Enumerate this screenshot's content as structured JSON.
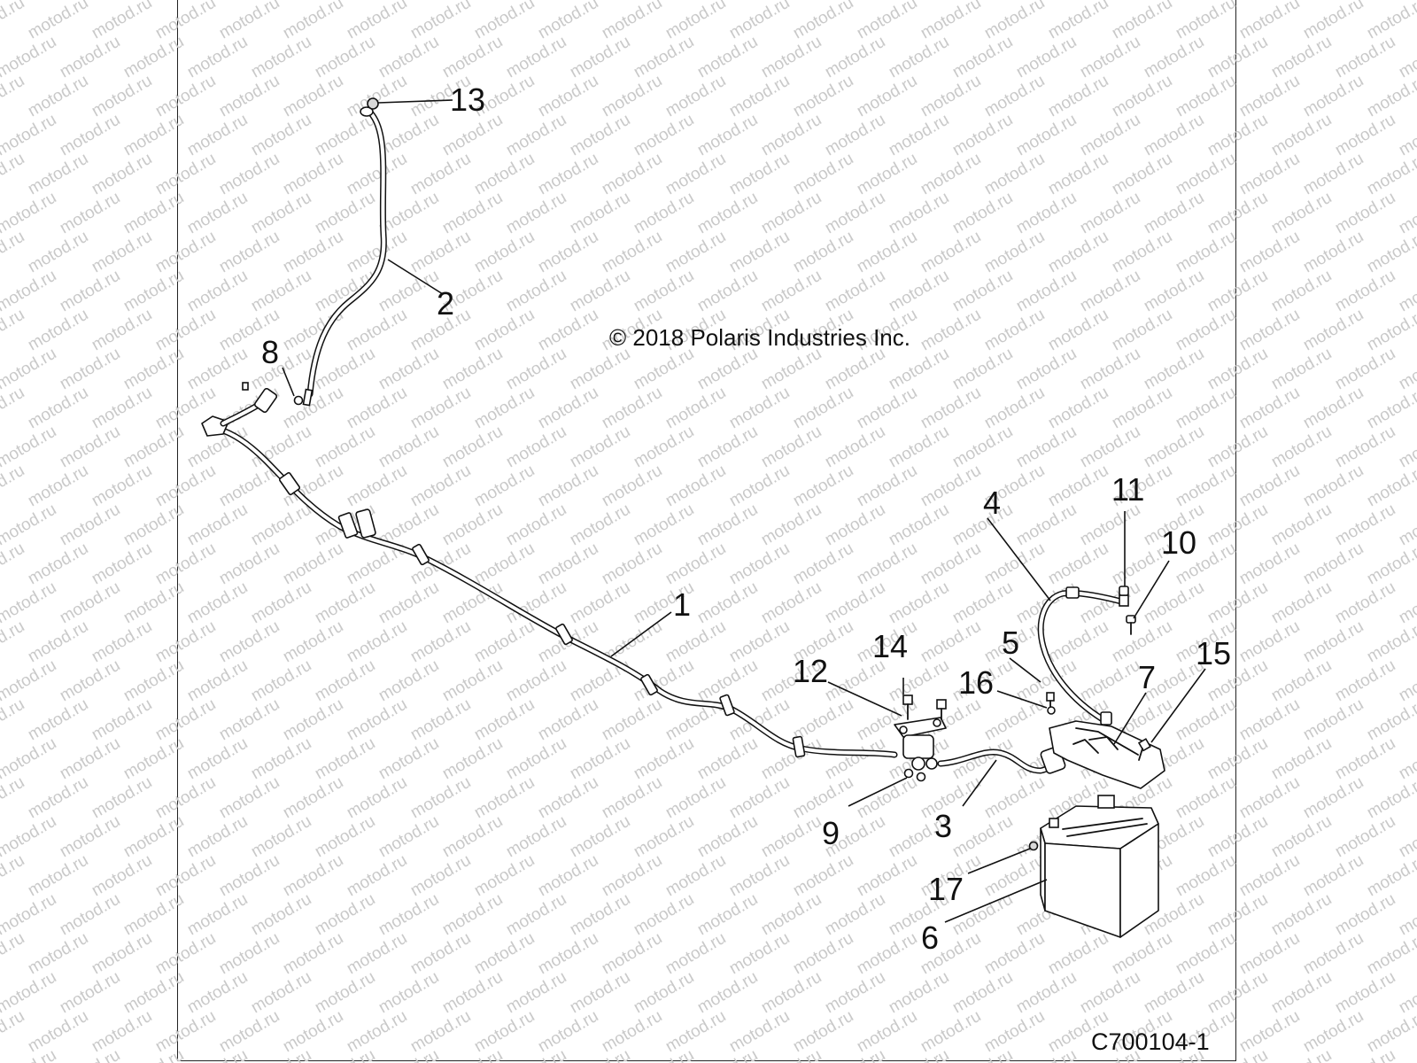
{
  "diagram": {
    "copyright": "© 2018 Polaris Industries Inc.",
    "drawing_id": "C700104-1",
    "watermark": "motod.ru",
    "callouts": [
      "1",
      "2",
      "3",
      "4",
      "5",
      "6",
      "7",
      "8",
      "9",
      "10",
      "11",
      "12",
      "13",
      "14",
      "15",
      "16",
      "17"
    ]
  }
}
